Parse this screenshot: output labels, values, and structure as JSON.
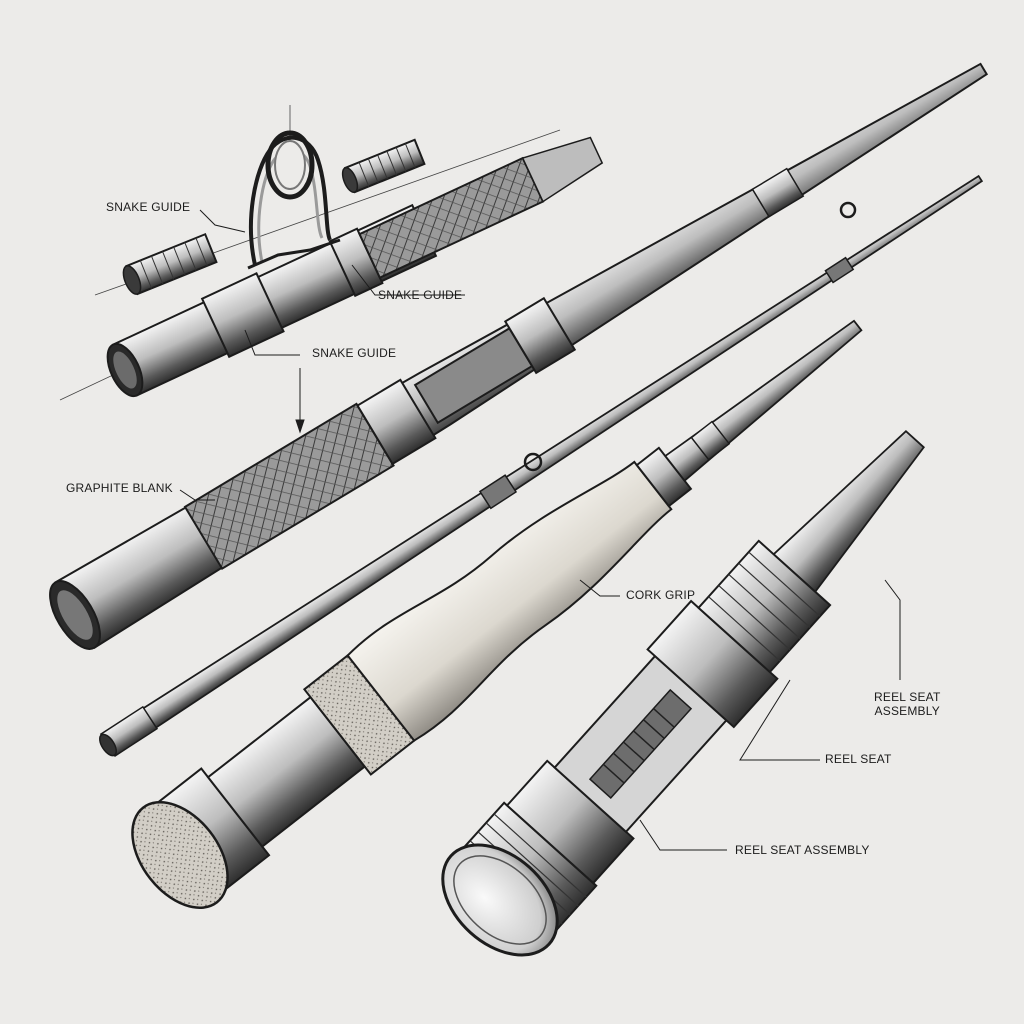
{
  "labels": {
    "snake_guide_top": "SNAKE GUIDE",
    "snake_guide_mid": "SNAKE GUIDE",
    "snake_guide_low": "SNAKE GUIDE",
    "graphite_blank": "GRAPHITE BLANK",
    "cork_grip": "CORK GRIP",
    "reel_seat_assembly_upper": [
      "REEL SEAT",
      "ASSEMBLY"
    ],
    "reel_seat": "REEL SEAT",
    "reel_seat_assembly_lower": "REEL SEAT ASSEMBLY"
  },
  "colors": {
    "background": "#ecebe9",
    "ink": "#1c1c1c",
    "metal_light": "#d9d9d9",
    "metal_dark": "#4a4a4a",
    "cork": "#e6e3dc"
  }
}
